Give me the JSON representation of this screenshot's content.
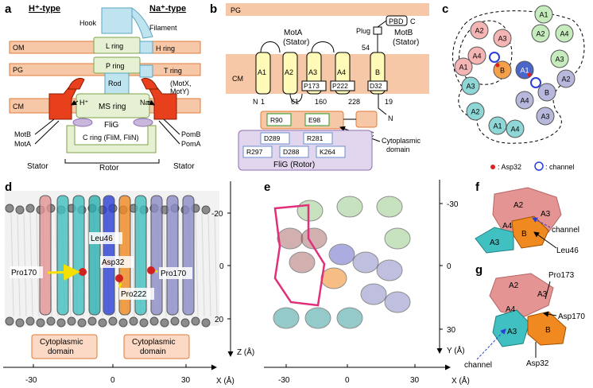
{
  "panels": {
    "a": {
      "letter": "a",
      "h_type": "H⁺-type",
      "na_type": "Na⁺-type",
      "hook": "Hook",
      "filament": "Filament",
      "om": "OM",
      "pg": "PG",
      "cm": "CM",
      "l_ring": "L ring",
      "h_ring": "H ring",
      "p_ring": "P ring",
      "t_ring": "T ring",
      "rod": "Rod",
      "motx": "(MotX,",
      "moty": "MotY)",
      "h_ion": "H⁺",
      "na_ion": "Na⁺",
      "ms_ring": "MS ring",
      "flig": "FliG",
      "c_ring": "C ring (FliM, FliN)",
      "motb": "MotB",
      "mota": "MotA",
      "pomb": "PomB",
      "poma": "PomA",
      "stator_left": "Stator",
      "stator_right": "Stator",
      "rotor": "Rotor"
    },
    "b": {
      "letter": "b",
      "pg": "PG",
      "cm": "CM",
      "mota_line1": "MotA",
      "mota_line2": "(Stator)",
      "motb_line1": "MotB",
      "motb_line2": "(Stator)",
      "pbd": "PBD",
      "c_term_top": "C",
      "plug": "Plug",
      "n54": "54",
      "helices": [
        "A1",
        "A2",
        "A3",
        "A4",
        "B"
      ],
      "residues_tm": [
        "P173",
        "P222",
        "D32"
      ],
      "n_left": "N",
      "n1": "1",
      "n61": "61",
      "n160": "160",
      "n228": "228",
      "n19": "19",
      "n_right": "N",
      "c_term_bottom": "C",
      "r90": "R90",
      "e98": "E98",
      "cyto_line1": "Cytoplasmic",
      "cyto_line2": "domain",
      "d289": "D289",
      "r281": "R281",
      "r297": "R297",
      "d288": "D288",
      "k264": "K264",
      "flig_rotor": "FliG (Rotor)"
    },
    "c": {
      "letter": "c",
      "subunit_labels": [
        "A1",
        "A2",
        "A3",
        "A4",
        "B",
        "A1",
        "A2",
        "A3",
        "A4",
        "B",
        "A1",
        "A2",
        "A3",
        "A4",
        "A1",
        "A2",
        "A3",
        "A4"
      ],
      "legend_asp": ": Asp32",
      "legend_channel": ": channel"
    },
    "d": {
      "letter": "d",
      "leu46": "Leu46",
      "asp32": "Asp32",
      "pro170_left": "Pro170",
      "pro170_right": "Pro170",
      "pro222": "Pro222",
      "cyto_left_1": "Cytoplasmic",
      "cyto_left_2": "domain",
      "cyto_right_1": "Cytoplasmic",
      "cyto_right_2": "domain",
      "z_axis": "Z (Å)",
      "z_ticks": [
        "-20",
        "0",
        "20"
      ],
      "x_axis": "X (Å)",
      "x_ticks": [
        "-30",
        "0",
        "30"
      ]
    },
    "e": {
      "letter": "e",
      "y_axis": "Y (Å)",
      "y_ticks": [
        "-30",
        "0",
        "30"
      ],
      "x_axis": "X (Å)",
      "x_ticks": [
        "-30",
        "0",
        "30"
      ]
    },
    "f": {
      "letter": "f",
      "a2": "A2",
      "a3": "A3",
      "a4": "A4",
      "a3b": "A3",
      "b": "B",
      "channel": "channel",
      "leu46": "Leu46"
    },
    "g": {
      "letter": "g",
      "pro173": "Pro173",
      "a2": "A2",
      "a3": "A3",
      "a4": "A4",
      "asp170": "Asp170",
      "a3b": "A3",
      "b": "B",
      "channel": "channel",
      "asp32": "Asp32"
    }
  },
  "colors": {
    "membrane": "#f7c8a8",
    "membrane_stroke": "#e07b39",
    "ring_green": "#e6f0d3",
    "ring_blue": "#bfe3ef",
    "stator_red": "#e8401c",
    "flig_purple": "#c9b6dc",
    "pink": "#f5b5b5",
    "teal": "#8fd6d6",
    "lavender": "#b8b8dc",
    "green": "#c6ecbe",
    "orange": "#f4a04a",
    "blue": "#4a66c8"
  }
}
